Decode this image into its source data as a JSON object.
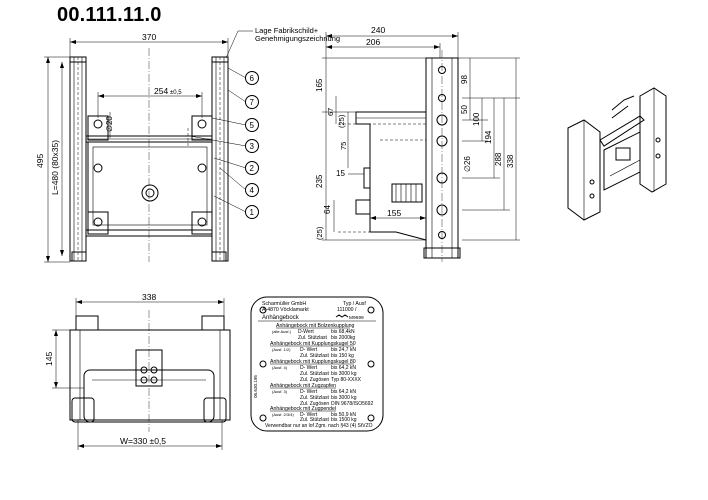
{
  "title": "00.111.11.0",
  "front_view": {
    "note_line1": "Lage Fabrikschild+",
    "note_line2": "Genehmigungszeichnung",
    "dim_width": "370",
    "dim_bolt_spacing": "254",
    "dim_bolt_tol": "±0,5",
    "dim_hole": "∅20",
    "dim_height": "495",
    "dim_l": "L=480 (80x35)",
    "callouts": [
      "6",
      "7",
      "5",
      "3",
      "2",
      "4",
      "1"
    ]
  },
  "side_view": {
    "dim_240": "240",
    "dim_206": "206",
    "dim_165": "165",
    "dim_67": "67",
    "dim_25a": "(25)",
    "dim_75": "75",
    "dim_235": "235",
    "dim_15": "15",
    "dim_64": "64",
    "dim_25b": "(25)",
    "dim_155": "155",
    "dim_98": "98",
    "dim_50": "50",
    "dim_100": "100",
    "dim_194": "194",
    "dim_26": "∅26",
    "dim_288": "288",
    "dim_338": "338"
  },
  "top_view": {
    "dim_338": "338",
    "dim_145": "145",
    "dim_w": "W=330 ±0,5"
  },
  "plate": {
    "company": "Scharmüller GmbH",
    "address": "A-4870 Vöcklamarkt",
    "type_label": "Typ / Ausf",
    "type_value": "111000 /",
    "product": "Anhängebock",
    "logo_text": "M9699",
    "code": "06.630.195",
    "sections": [
      {
        "header": "Anhängebock mit Bolzenkupplung",
        "rows": [
          [
            "(alle Ausf.)",
            "D-Wert",
            "bis 68,4kN"
          ],
          [
            "",
            "Zul. Stützlast",
            "bis 2000kg"
          ]
        ]
      },
      {
        "header": "Anhängebock mit Kupplungskugel 50",
        "rows": [
          [
            "(Ausf. 1/2)",
            "D- Wert",
            "bis 24,7 kN"
          ],
          [
            "",
            "Zul. Stützlast",
            "bis 150 kg"
          ]
        ]
      },
      {
        "header": "Anhängebock mit Kupplungskugel 80",
        "rows": [
          [
            "(Ausf. 4)",
            "D- Wert",
            "bis 64,2 kN"
          ],
          [
            "",
            "Zul. Stützlast",
            "bis 3000 kg"
          ],
          [
            "",
            "Zul. Zugösen",
            "Typ 80-XXXX"
          ]
        ]
      },
      {
        "header": "Anhängebock mit Zugzapfen",
        "rows": [
          [
            "(Ausf. 3)",
            "D- Wert",
            "bis 64,2 kN"
          ],
          [
            "",
            "Zul. Stützlast",
            "bis 3000 kg"
          ],
          [
            "",
            "Zul. Zugösen",
            "DIN 9678/ISO5692"
          ]
        ]
      },
      {
        "header": "Anhängebock mit Zugpendel",
        "rows": [
          [
            "(Ausf. 2/3/4)",
            "D- Wert",
            "bis 50,9 kN"
          ],
          [
            "",
            "Zul. Stützlast",
            "bis 1500 kg"
          ]
        ]
      }
    ],
    "footer": "Verwendbar nur an lof Zgm. nach §43 (4) StVZO"
  }
}
